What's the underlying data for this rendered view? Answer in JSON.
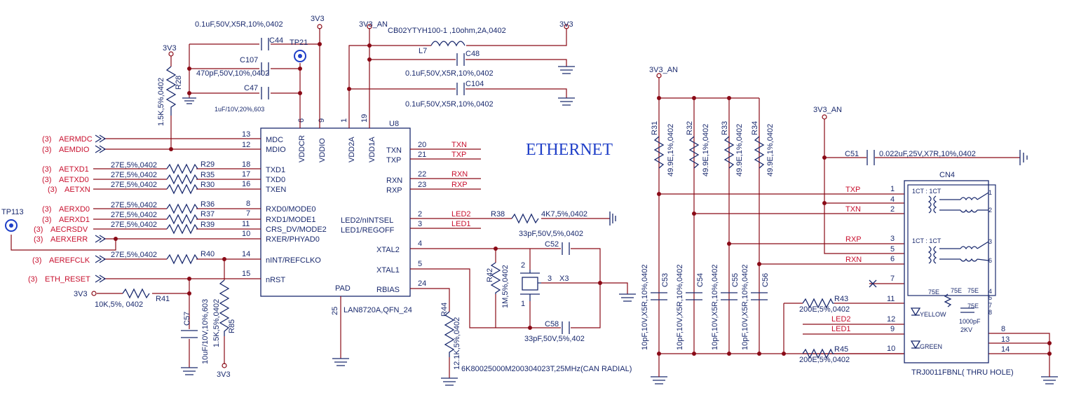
{
  "title": "ETHERNET",
  "ic": {
    "ref": "U8",
    "part": "LAN8720A,QFN_24",
    "left_pins": [
      {
        "num": "13",
        "name": "MDC"
      },
      {
        "num": "12",
        "name": "MDIO"
      },
      {
        "num": "18",
        "name": "TXD1"
      },
      {
        "num": "17",
        "name": "TXD0"
      },
      {
        "num": "16",
        "name": "TXEN"
      },
      {
        "num": "8",
        "name": "RXD0/MODE0"
      },
      {
        "num": "7",
        "name": "RXD1/MODE1"
      },
      {
        "num": "11",
        "name": "CRS_DV/MODE2"
      },
      {
        "num": "10",
        "name": "RXER/PHYAD0"
      },
      {
        "num": "14",
        "name": "nINT/REFCLKO"
      },
      {
        "num": "15",
        "name": "nRST"
      }
    ],
    "right_pins": [
      {
        "num": "20",
        "name": "TXN"
      },
      {
        "num": "21",
        "name": "TXP"
      },
      {
        "num": "22",
        "name": "RXN"
      },
      {
        "num": "23",
        "name": "RXP"
      },
      {
        "num": "2",
        "name": "LED2/nINTSEL"
      },
      {
        "num": "3",
        "name": "LED1/REGOFF"
      },
      {
        "num": "4",
        "name": "XTAL2"
      },
      {
        "num": "5",
        "name": "XTAL1"
      },
      {
        "num": "24",
        "name": "RBIAS"
      }
    ],
    "top_pins": [
      {
        "num": "6",
        "name": "VDDCR"
      },
      {
        "num": "9",
        "name": "VDDIO"
      },
      {
        "num": "1",
        "name": "VDD2A"
      },
      {
        "num": "19",
        "name": "VDD1A"
      }
    ],
    "bottom_pin": {
      "num": "25",
      "name": "PAD"
    }
  },
  "nets": {
    "left": [
      {
        "sheet": "(3)",
        "name": "AERMDC"
      },
      {
        "sheet": "(3)",
        "name": "AEMDIO"
      },
      {
        "sheet": "(3)",
        "name": "AETXD1"
      },
      {
        "sheet": "(3)",
        "name": "AETXD0"
      },
      {
        "sheet": "(3)",
        "name": "AETXN"
      },
      {
        "sheet": "(3)",
        "name": "AERXD0"
      },
      {
        "sheet": "(3)",
        "name": "AERXD1"
      },
      {
        "sheet": "(3)",
        "name": "AECRSDV"
      },
      {
        "sheet": "(3)",
        "name": "AERXERR"
      },
      {
        "sheet": "(3)",
        "name": "AEREFCLK"
      },
      {
        "sheet": "(3)",
        "name": "ETH_RESET"
      }
    ],
    "right": [
      "TXN",
      "TXP",
      "RXN",
      "RXP",
      "LED2",
      "LED1"
    ],
    "cn4": [
      "TXP",
      "TXN",
      "RXP",
      "RXN",
      "LED2",
      "LED1"
    ]
  },
  "resistors_series": [
    {
      "ref": "R29",
      "value": "27E,5%,0402"
    },
    {
      "ref": "R35",
      "value": "27E,5%,0402"
    },
    {
      "ref": "R30",
      "value": "27E,5%,0402"
    },
    {
      "ref": "R36",
      "value": "27E,5%,0402"
    },
    {
      "ref": "R37",
      "value": "27E,5%,0402"
    },
    {
      "ref": "R39",
      "value": "27E,5%,0402"
    },
    {
      "ref": "R40",
      "value": "27E,5%,0402"
    }
  ],
  "parts": {
    "c44": {
      "ref": "C44",
      "value": "0.1uF,50V,X5R,10%,0402"
    },
    "c107": {
      "ref": "C107",
      "value": "470pF,50V,10%,0402"
    },
    "c47": {
      "ref": "C47",
      "value": "1uF/10V,20%,603"
    },
    "l7": {
      "ref": "L7",
      "value": "CB02YTYH100-1 ,10ohm,2A,0402"
    },
    "c48": {
      "ref": "C48",
      "value": "0.1uF,50V,X5R,10%,0402"
    },
    "c104": {
      "ref": "C104",
      "value": "0.1uF,50V,X5R,10%,0402"
    },
    "r28": {
      "ref": "R28",
      "value": "1.5K,5%,0402"
    },
    "r41": {
      "ref": "R41",
      "value": "10K,5%, 0402"
    },
    "c57": {
      "ref": "C57",
      "value": "10uF/10V,10%,603"
    },
    "r85": {
      "ref": "R85",
      "value": "1.5K,5%,0402"
    },
    "r38": {
      "ref": "R38",
      "value": "4K7,5%,0402"
    },
    "c52": {
      "ref": "C52",
      "value": "33pF,50V,5%,0402"
    },
    "c58": {
      "ref": "C58",
      "value": "33pF,50V,5%,402"
    },
    "r42": {
      "ref": "R42",
      "value": "1M,5%,0402"
    },
    "x3": {
      "ref": "X3",
      "value": "6K80025000M200304023T,25MHz(CAN RADIAL)"
    },
    "r44": {
      "ref": "R44",
      "value": "12.1K,5%,0402"
    },
    "r31": {
      "ref": "R31",
      "value": "49.9E,1%,0402"
    },
    "r32": {
      "ref": "R32",
      "value": "49.9E,1%,0402"
    },
    "r33": {
      "ref": "R33",
      "value": "49.9E,1%,0402"
    },
    "r34": {
      "ref": "R34",
      "value": "49.9E,1%,0402"
    },
    "c53": {
      "ref": "C53",
      "value": "10pF,10V,X5R,10%,0402"
    },
    "c54": {
      "ref": "C54",
      "value": "10pF,10V,X5R,10%,0402"
    },
    "c55": {
      "ref": "C55",
      "value": "10pF,10V,X5R,10%,0402"
    },
    "c56": {
      "ref": "C56",
      "value": "10pF,10V,X5R,10%,0402"
    },
    "c51": {
      "ref": "C51",
      "value": "0.022uF,25V,X7R,10%,0402"
    },
    "r43": {
      "ref": "R43",
      "value": "200E,5%,0402"
    },
    "r45": {
      "ref": "R45",
      "value": "200E,5%,0402"
    }
  },
  "testpoints": {
    "tp21": "TP21",
    "tp113": "TP113"
  },
  "power": {
    "v3v3": "3V3",
    "v3v3_an": "3V3_AN"
  },
  "crystal_pins": {
    "p1": "1",
    "p2": "2",
    "p3": "3"
  },
  "connector": {
    "ref": "CN4",
    "part": "TRJ0011FBNL( THRU HOLE)",
    "left_pins": [
      "1",
      "4",
      "2",
      "3",
      "5",
      "6",
      "7",
      "11",
      "12",
      "9",
      "10"
    ],
    "right_pins": [
      "8",
      "13",
      "14"
    ],
    "inner_pins": [
      "1",
      "2",
      "3",
      "6",
      "4",
      "5",
      "7",
      "8"
    ],
    "ct_label": "1CT : 1CT",
    "term_res": "75E",
    "cap": "1000pF",
    "kv": "2KV",
    "led_yellow": "YELLOW",
    "led_green": "GREEN"
  }
}
